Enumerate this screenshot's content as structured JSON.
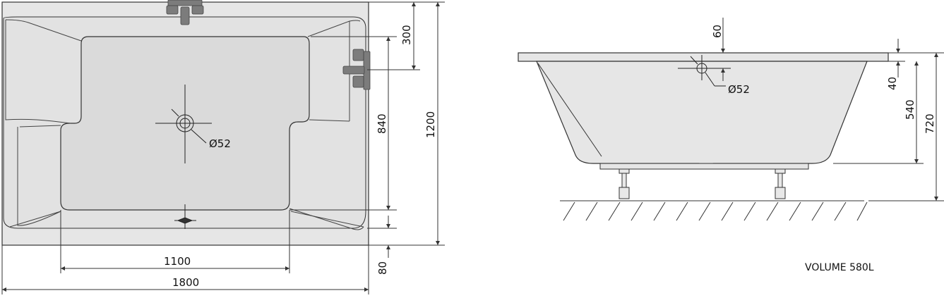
{
  "colors": {
    "tub_fill": "#e6e6e6",
    "inner_fill": "#dadada",
    "line": "#333333",
    "fitting": "#7c7c7c"
  },
  "top_view": {
    "width_dim": "1800",
    "inner_width_dim": "1100",
    "height_dim": "1200",
    "inner_height_dim": "840",
    "overflow_offset_dim": "300",
    "rim_dim": "80",
    "drain_label": "Ø52"
  },
  "side_view": {
    "dim_60": "60",
    "dim_40": "40",
    "dim_540": "540",
    "dim_720": "720",
    "overflow_label": "Ø52"
  },
  "volume_label": "VOLUME 580L"
}
